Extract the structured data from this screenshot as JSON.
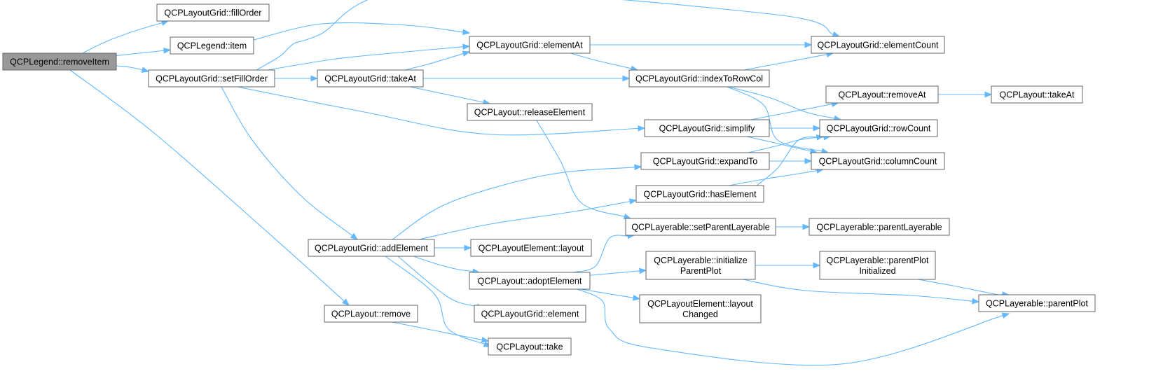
{
  "graph": {
    "edge_color": "#63b8ff",
    "node_border": "#666666",
    "root_fill": "#999999",
    "nodes": {
      "removeItem": [
        "QCPLegend::removeItem"
      ],
      "fillOrder": [
        "QCPLayoutGrid::fillOrder"
      ],
      "item": [
        "QCPLegend::item"
      ],
      "setFillOrder": [
        "QCPLayoutGrid::setFillOrder"
      ],
      "elementAt": [
        "QCPLayoutGrid::elementAt"
      ],
      "takeAt": [
        "QCPLayoutGrid::takeAt"
      ],
      "releaseElement": [
        "QCPLayout::releaseElement"
      ],
      "elementCount": [
        "QCPLayoutGrid::elementCount"
      ],
      "indexToRowCol": [
        "QCPLayoutGrid::indexToRowCol"
      ],
      "removeAt": [
        "QCPLayout::removeAt"
      ],
      "takeAtLayout": [
        "QCPLayout::takeAt"
      ],
      "simplify": [
        "QCPLayoutGrid::simplify"
      ],
      "rowCount": [
        "QCPLayoutGrid::rowCount"
      ],
      "expandTo": [
        "QCPLayoutGrid::expandTo"
      ],
      "columnCount": [
        "QCPLayoutGrid::columnCount"
      ],
      "hasElement": [
        "QCPLayoutGrid::hasElement"
      ],
      "setParentLayerable": [
        "QCPLayerable::setParentLayerable"
      ],
      "parentLayerable": [
        "QCPLayerable::parentLayerable"
      ],
      "addElement": [
        "QCPLayoutGrid::addElement"
      ],
      "layout": [
        "QCPLayoutElement::layout"
      ],
      "adoptElement": [
        "QCPLayout::adoptElement"
      ],
      "initializeParentPlot": [
        "QCPLayerable::initialize",
        "ParentPlot"
      ],
      "parentPlotInitialized": [
        "QCPLayerable::parentPlot",
        "Initialized"
      ],
      "parentPlot": [
        "QCPLayerable::parentPlot"
      ],
      "element": [
        "QCPLayoutGrid::element"
      ],
      "layoutChanged": [
        "QCPLayoutElement::layout",
        "Changed"
      ],
      "remove": [
        "QCPLayout::remove"
      ],
      "take": [
        "QCPLayout::take"
      ]
    },
    "edges": [
      [
        "removeItem",
        "fillOrder"
      ],
      [
        "removeItem",
        "item"
      ],
      [
        "removeItem",
        "setFillOrder"
      ],
      [
        "removeItem",
        "remove"
      ],
      [
        "item",
        "elementAt"
      ],
      [
        "setFillOrder",
        "elementCount"
      ],
      [
        "setFillOrder",
        "elementAt"
      ],
      [
        "setFillOrder",
        "takeAt"
      ],
      [
        "setFillOrder",
        "simplify"
      ],
      [
        "setFillOrder",
        "addElement"
      ],
      [
        "elementAt",
        "elementCount"
      ],
      [
        "elementAt",
        "indexToRowCol"
      ],
      [
        "takeAt",
        "elementAt"
      ],
      [
        "takeAt",
        "indexToRowCol"
      ],
      [
        "takeAt",
        "releaseElement"
      ],
      [
        "releaseElement",
        "setParentLayerable"
      ],
      [
        "indexToRowCol",
        "elementCount"
      ],
      [
        "indexToRowCol",
        "rowCount"
      ],
      [
        "indexToRowCol",
        "columnCount"
      ],
      [
        "removeAt",
        "takeAtLayout"
      ],
      [
        "simplify",
        "removeAt"
      ],
      [
        "simplify",
        "rowCount"
      ],
      [
        "simplify",
        "columnCount"
      ],
      [
        "expandTo",
        "rowCount"
      ],
      [
        "expandTo",
        "columnCount"
      ],
      [
        "hasElement",
        "rowCount"
      ],
      [
        "hasElement",
        "columnCount"
      ],
      [
        "setParentLayerable",
        "parentLayerable"
      ],
      [
        "addElement",
        "expandTo"
      ],
      [
        "addElement",
        "hasElement"
      ],
      [
        "addElement",
        "layout"
      ],
      [
        "addElement",
        "adoptElement"
      ],
      [
        "addElement",
        "element"
      ],
      [
        "addElement",
        "take"
      ],
      [
        "adoptElement",
        "setParentLayerable"
      ],
      [
        "adoptElement",
        "initializeParentPlot"
      ],
      [
        "adoptElement",
        "layoutChanged"
      ],
      [
        "adoptElement",
        "parentPlot"
      ],
      [
        "initializeParentPlot",
        "parentPlotInitialized"
      ],
      [
        "initializeParentPlot",
        "parentPlot"
      ],
      [
        "parentPlotInitialized",
        "parentPlot"
      ],
      [
        "remove",
        "take"
      ]
    ]
  }
}
